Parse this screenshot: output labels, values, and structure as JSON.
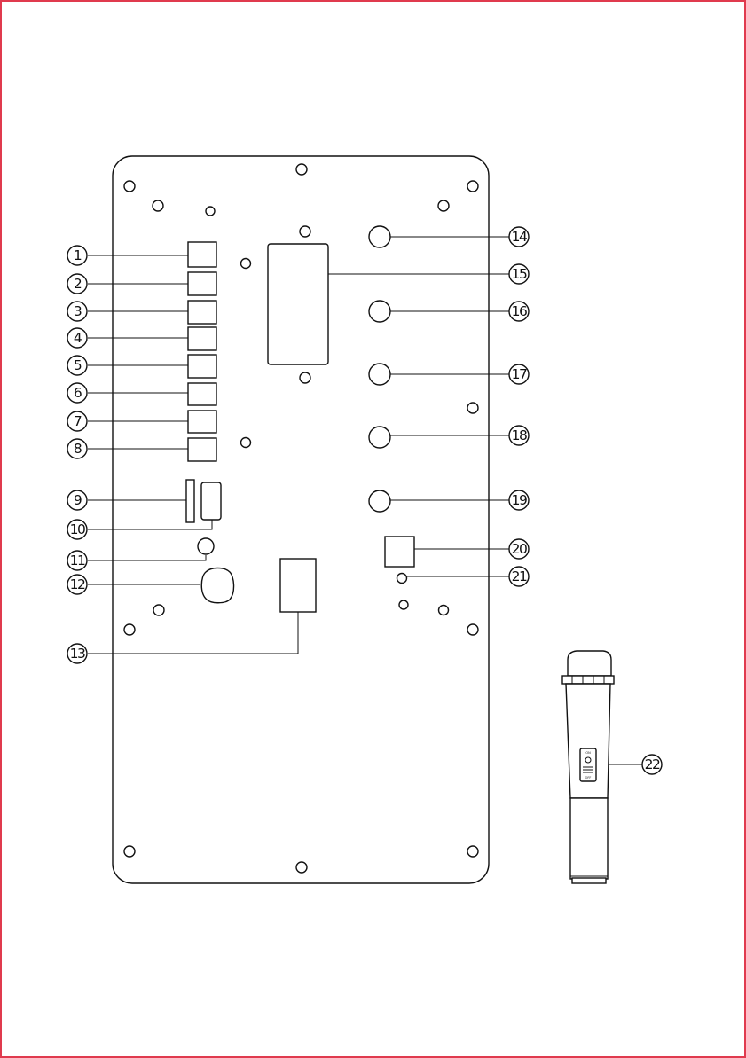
{
  "colors": {
    "frame": "#e03a4e",
    "line": "#111111"
  },
  "callouts": [
    {
      "id": "c1",
      "label": "1"
    },
    {
      "id": "c2",
      "label": "2"
    },
    {
      "id": "c3",
      "label": "3"
    },
    {
      "id": "c4",
      "label": "4"
    },
    {
      "id": "c5",
      "label": "5"
    },
    {
      "id": "c6",
      "label": "6"
    },
    {
      "id": "c7",
      "label": "7"
    },
    {
      "id": "c8",
      "label": "8"
    },
    {
      "id": "c9",
      "label": "9"
    },
    {
      "id": "c10",
      "label": "10"
    },
    {
      "id": "c11",
      "label": "11"
    },
    {
      "id": "c12",
      "label": "12"
    },
    {
      "id": "c13",
      "label": "13"
    },
    {
      "id": "c14",
      "label": "14"
    },
    {
      "id": "c15",
      "label": "15"
    },
    {
      "id": "c16",
      "label": "16"
    },
    {
      "id": "c17",
      "label": "17"
    },
    {
      "id": "c18",
      "label": "18"
    },
    {
      "id": "c19",
      "label": "19"
    },
    {
      "id": "c20",
      "label": "20"
    },
    {
      "id": "c21",
      "label": "21"
    },
    {
      "id": "c22",
      "label": "22"
    }
  ],
  "microphone": {
    "switch_on": "ON",
    "switch_off": "OFF"
  }
}
